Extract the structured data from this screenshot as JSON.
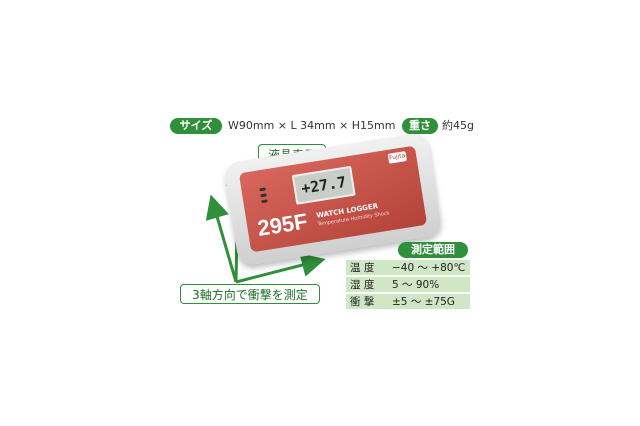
{
  "specs": {
    "size_label": "サイズ",
    "size_value": "W90mm × L 34mm × H15mm",
    "weight_label": "重さ",
    "weight_value": "約45g"
  },
  "callouts": {
    "lcd": "液晶表示",
    "axis": "3軸方向で衝撃を測定"
  },
  "device": {
    "lcd_reading": "+27.7",
    "model": "295F",
    "brand": "WATCH LOGGER",
    "subtitle": "Temperature Humidity Shock",
    "logo": "Fujita"
  },
  "measure_table": {
    "title": "測定範囲",
    "rows": [
      {
        "label": "温 度",
        "value": "−40 〜 +80℃"
      },
      {
        "label": "湿 度",
        "value": "5 〜 90%"
      },
      {
        "label": "衝 撃",
        "value": "±5 〜 ±75G"
      }
    ]
  },
  "colors": {
    "accent_green": "#2f8f3a",
    "device_red": "#c4514a",
    "table_fill": "#cfe7c4"
  }
}
